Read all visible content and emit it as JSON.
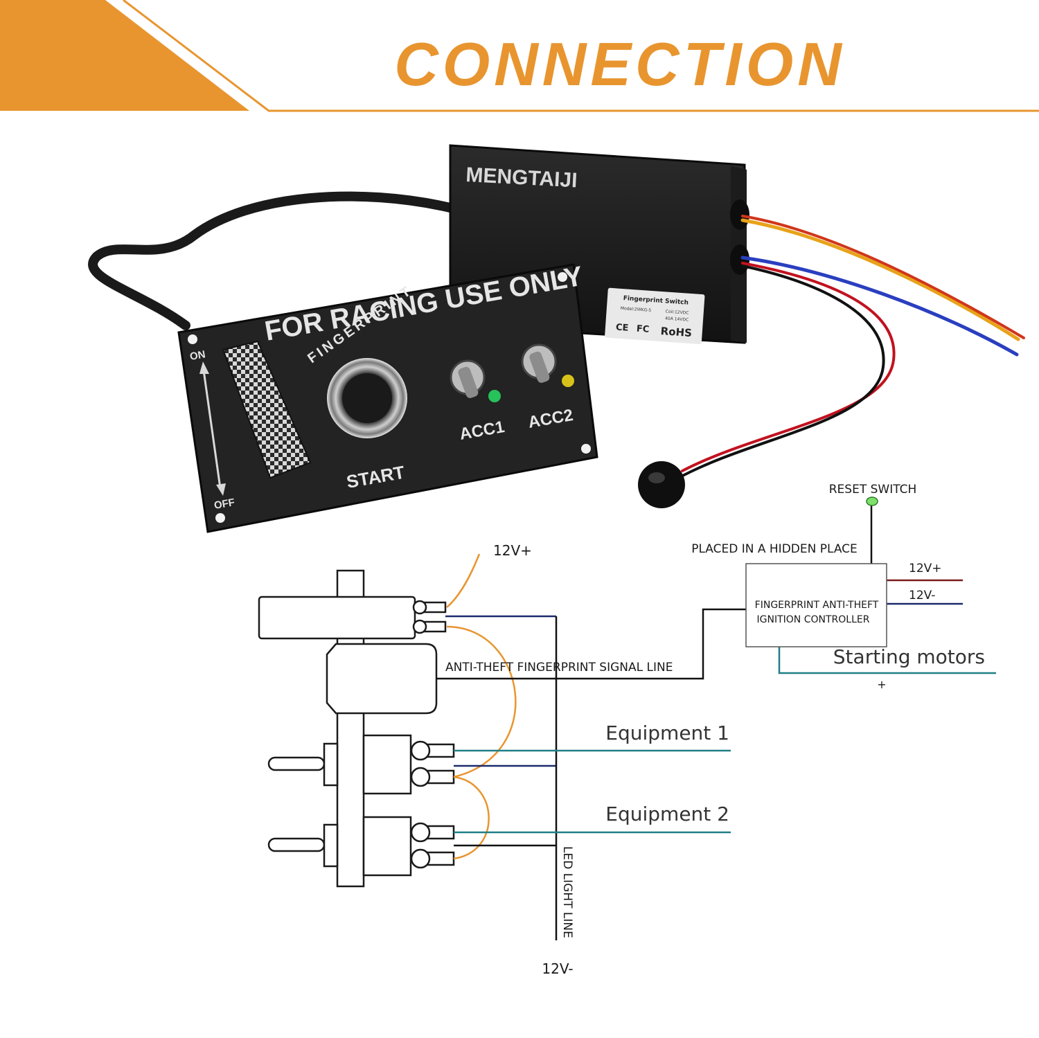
{
  "header": {
    "title": "CONNECTION"
  },
  "product": {
    "brand": "MENGTAIJI",
    "box_label": {
      "title": "Fingerprint Switch",
      "model": "Model:2WKG-5",
      "coil": "Coil:12VDC",
      "rating": "40A 14VDC",
      "marks": [
        "CE",
        "FC",
        "RoHS"
      ]
    },
    "panel": {
      "header_text": "FOR RACING USE ONLY",
      "fingerprint_text": "FINGERPRINT",
      "start_label": "START",
      "on_label": "ON",
      "off_label": "OFF",
      "acc1_label": "ACC1",
      "acc2_label": "ACC2"
    }
  },
  "diagram": {
    "reset_switch": "RESET SWITCH",
    "hidden_place": "PLACED IN A HIDDEN PLACE",
    "controller_line1": "FINGERPRINT ANTI-THEFT",
    "controller_line2": "IGNITION CONTROLLER",
    "ctrl_plus": "12V+",
    "ctrl_minus": "12V-",
    "starting_motors": "Starting motors",
    "motor_plus": "+",
    "top_plus": "12V+",
    "signal_line": "ANTI-THEFT FINGERPRINT SIGNAL LINE",
    "equipment1": "Equipment  1",
    "equipment2": "Equipment  2",
    "led_line": "LED LIGHT LINE",
    "bottom_minus": "12V-"
  },
  "colors": {
    "accent_orange": "#E8952F",
    "wire_blue": "#1b2a6b",
    "wire_teal": "#1f7f86",
    "wire_red": "#b01e1e",
    "reset_green": "#7ee06b"
  }
}
